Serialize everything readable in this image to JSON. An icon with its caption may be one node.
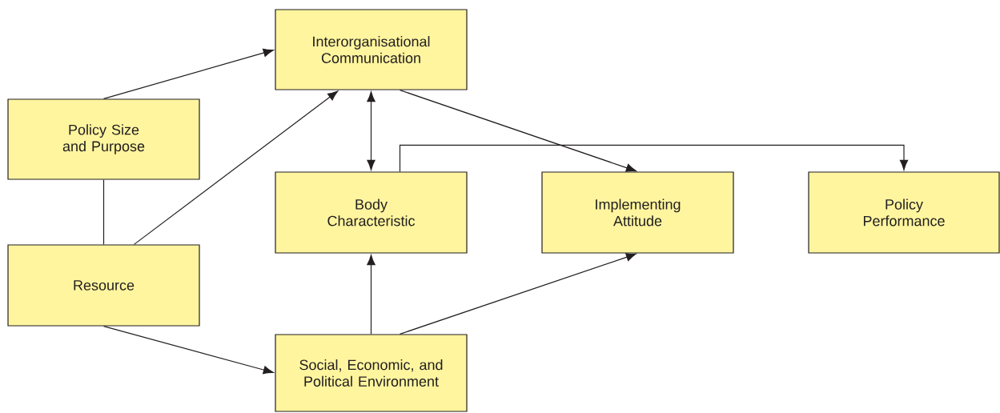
{
  "diagram": {
    "nodes": [
      {
        "text": [
          "Interorganisational Communication"
        ]
      },
      {
        "text": [
          "Policy Size and Purpose"
        ]
      },
      {
        "text": [
          "Body Characteristic"
        ]
      },
      {
        "text": [
          "Implementing Attitude"
        ]
      },
      {
        "text": [
          "Policy Performance"
        ]
      },
      {
        "text": [
          "Resource"
        ]
      },
      {
        "text": [
          "Social, Economic, and Political Environment"
        ]
      }
    ],
    "edges": [
      {
        "from": 1,
        "to": 0,
        "arrow": "to"
      },
      {
        "from": 1,
        "to": 5,
        "arrow": "none"
      },
      {
        "from": 5,
        "to": 0,
        "arrow": "to"
      },
      {
        "from": 0,
        "to": 2,
        "arrow": "both"
      },
      {
        "from": 0,
        "to": 3,
        "arrow": "to"
      },
      {
        "from": 2,
        "to": 4,
        "arrow": "to"
      },
      {
        "from": 5,
        "to": 6,
        "arrow": "to"
      },
      {
        "from": 6,
        "to": 2,
        "arrow": "to"
      },
      {
        "from": 6,
        "to": 3,
        "arrow": "to"
      }
    ]
  }
}
